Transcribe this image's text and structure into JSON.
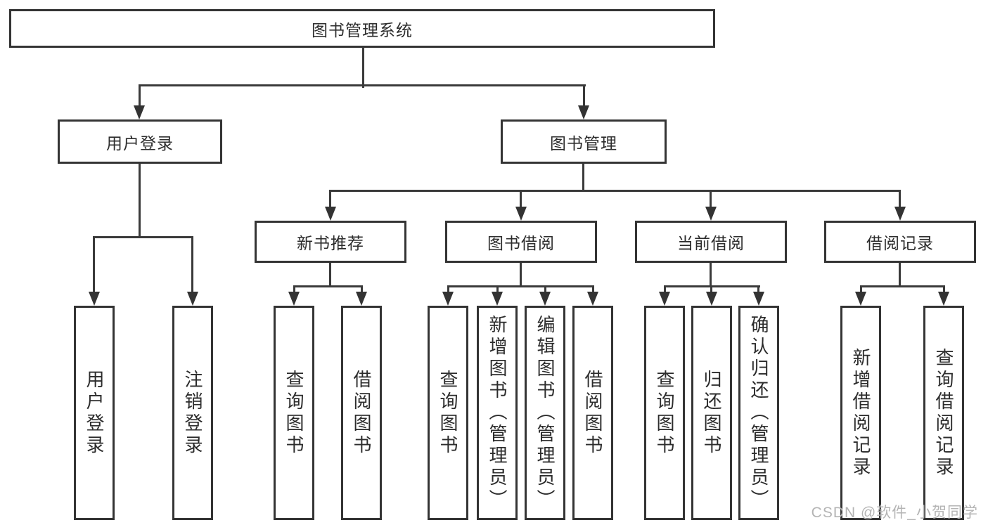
{
  "diagram": {
    "root": {
      "label": "图书管理系统"
    },
    "level2": [
      {
        "label": "用户登录"
      },
      {
        "label": "图书管理"
      }
    ],
    "level3": [
      {
        "label": "新书推荐"
      },
      {
        "label": "图书借阅"
      },
      {
        "label": "当前借阅"
      },
      {
        "label": "借阅记录"
      }
    ],
    "leaves": {
      "user_login": [
        "用户登录",
        "注销登录"
      ],
      "new_book": [
        "查询图书",
        "借阅图书"
      ],
      "borrow": [
        "查询图书",
        "新增图书（管理员）",
        "编辑图书（管理员）",
        "借阅图书"
      ],
      "current": [
        "查询图书",
        "归还图书",
        "确认归还（管理员）"
      ],
      "records": [
        "新增借阅记录",
        "查询借阅记录"
      ]
    }
  },
  "watermark": {
    "text": "CSDN @软件_小贺同学"
  },
  "colors": {
    "line": "#3a3a3a",
    "border": "#343434",
    "text": "#2c2c2c",
    "watermark": "#b4b4b4",
    "background": "#ffffff"
  }
}
